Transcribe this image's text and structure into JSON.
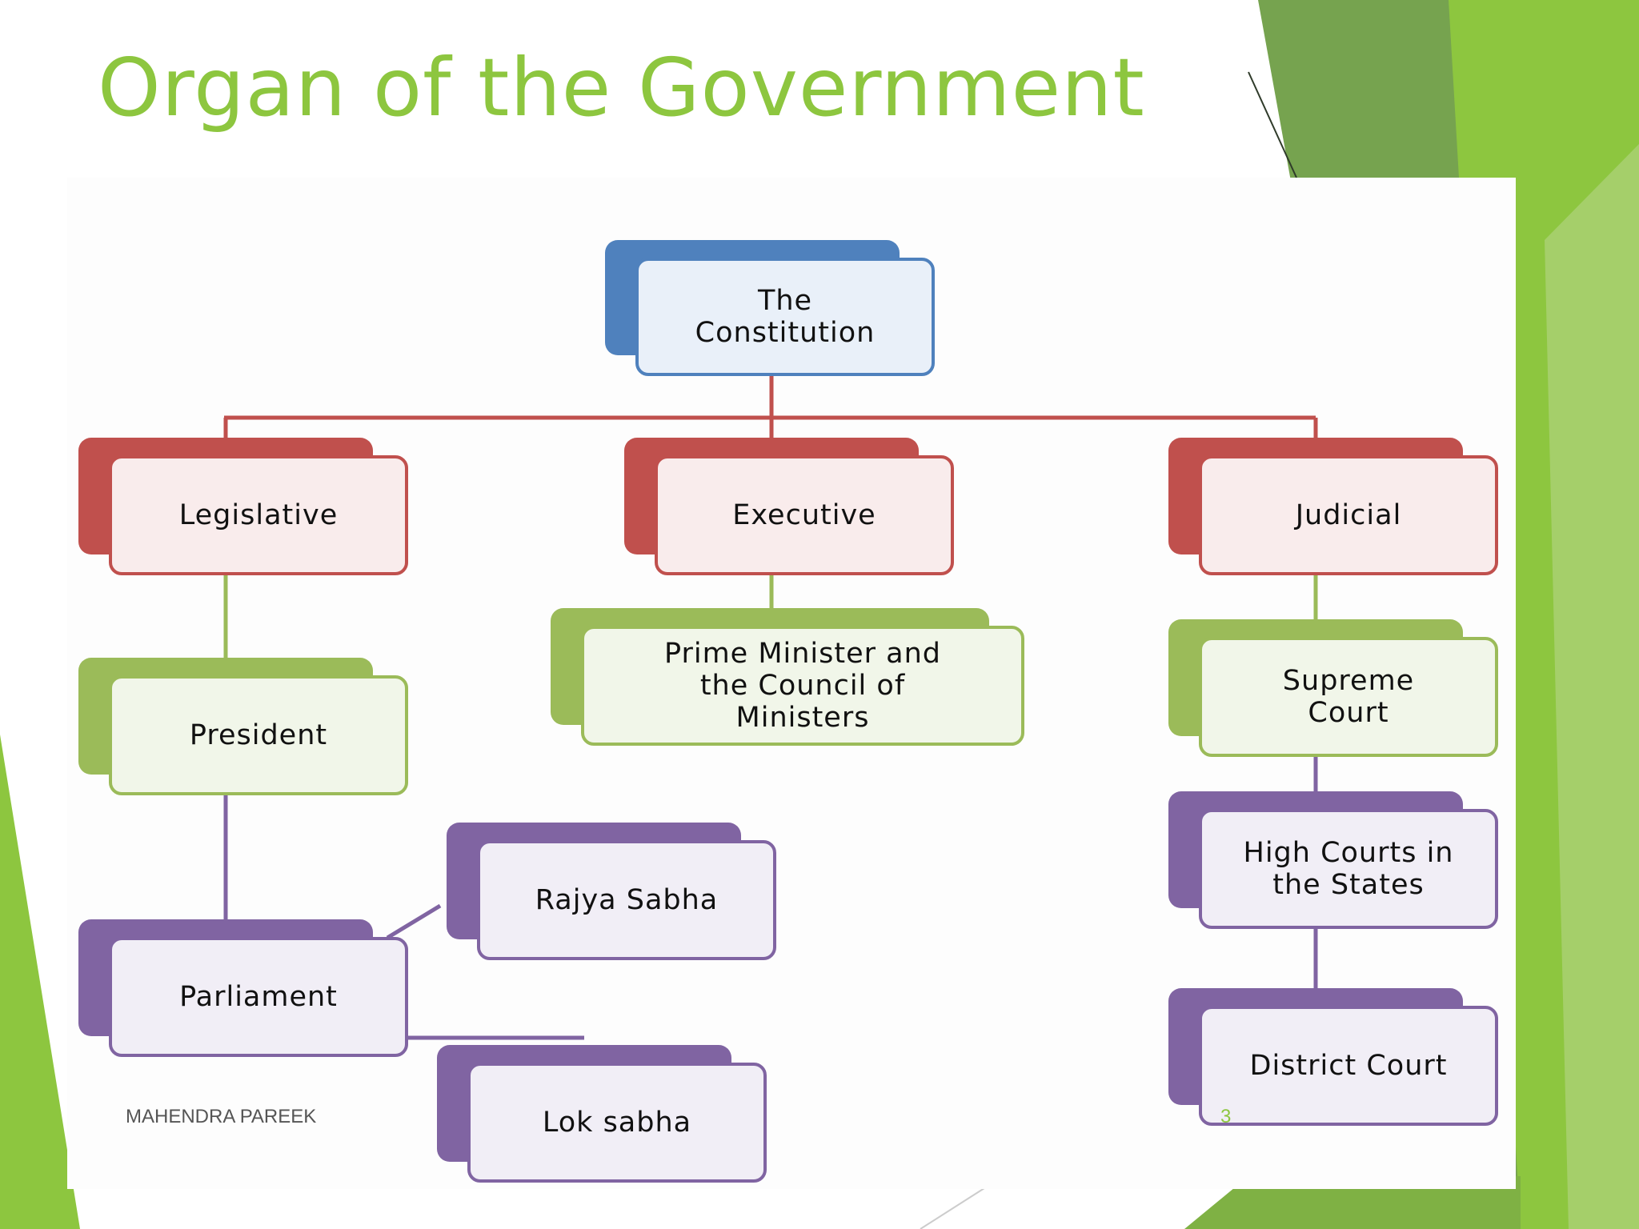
{
  "slide": {
    "title": "Organ of the Government",
    "author": "MAHENDRA PAREEK",
    "page_number": "3"
  },
  "colors": {
    "title": "#8dc63f",
    "blue": "#4f81bd",
    "red": "#c0504d",
    "green": "#9bbb59",
    "purple": "#8064a2",
    "connector_red": "#c0504d",
    "connector_green": "#9bbb59",
    "connector_purple": "#8064a2"
  },
  "diagram": {
    "nodes": [
      {
        "id": "constitution",
        "label": "The\nConstitution",
        "color": "blue"
      },
      {
        "id": "legislative",
        "label": "Legislative",
        "color": "red"
      },
      {
        "id": "executive",
        "label": "Executive",
        "color": "red"
      },
      {
        "id": "judicial",
        "label": "Judicial",
        "color": "red"
      },
      {
        "id": "president",
        "label": "President",
        "color": "green"
      },
      {
        "id": "prime-minister",
        "label": "Prime Minister and\nthe Council of\nMinisters",
        "color": "green"
      },
      {
        "id": "supreme-court",
        "label": "Supreme\nCourt",
        "color": "green"
      },
      {
        "id": "rajya-sabha",
        "label": "Rajya Sabha",
        "color": "purple"
      },
      {
        "id": "parliament",
        "label": "Parliament",
        "color": "purple"
      },
      {
        "id": "lok-sabha",
        "label": "Lok sabha",
        "color": "purple"
      },
      {
        "id": "high-courts",
        "label": "High Courts in\nthe States",
        "color": "purple"
      },
      {
        "id": "district-court",
        "label": "District Court",
        "color": "purple"
      }
    ],
    "edges": [
      {
        "from": "constitution",
        "to": "legislative"
      },
      {
        "from": "constitution",
        "to": "executive"
      },
      {
        "from": "constitution",
        "to": "judicial"
      },
      {
        "from": "legislative",
        "to": "president"
      },
      {
        "from": "executive",
        "to": "prime-minister"
      },
      {
        "from": "judicial",
        "to": "supreme-court"
      },
      {
        "from": "president",
        "to": "parliament"
      },
      {
        "from": "parliament",
        "to": "rajya-sabha"
      },
      {
        "from": "parliament",
        "to": "lok-sabha"
      },
      {
        "from": "supreme-court",
        "to": "high-courts"
      },
      {
        "from": "high-courts",
        "to": "district-court"
      }
    ]
  }
}
